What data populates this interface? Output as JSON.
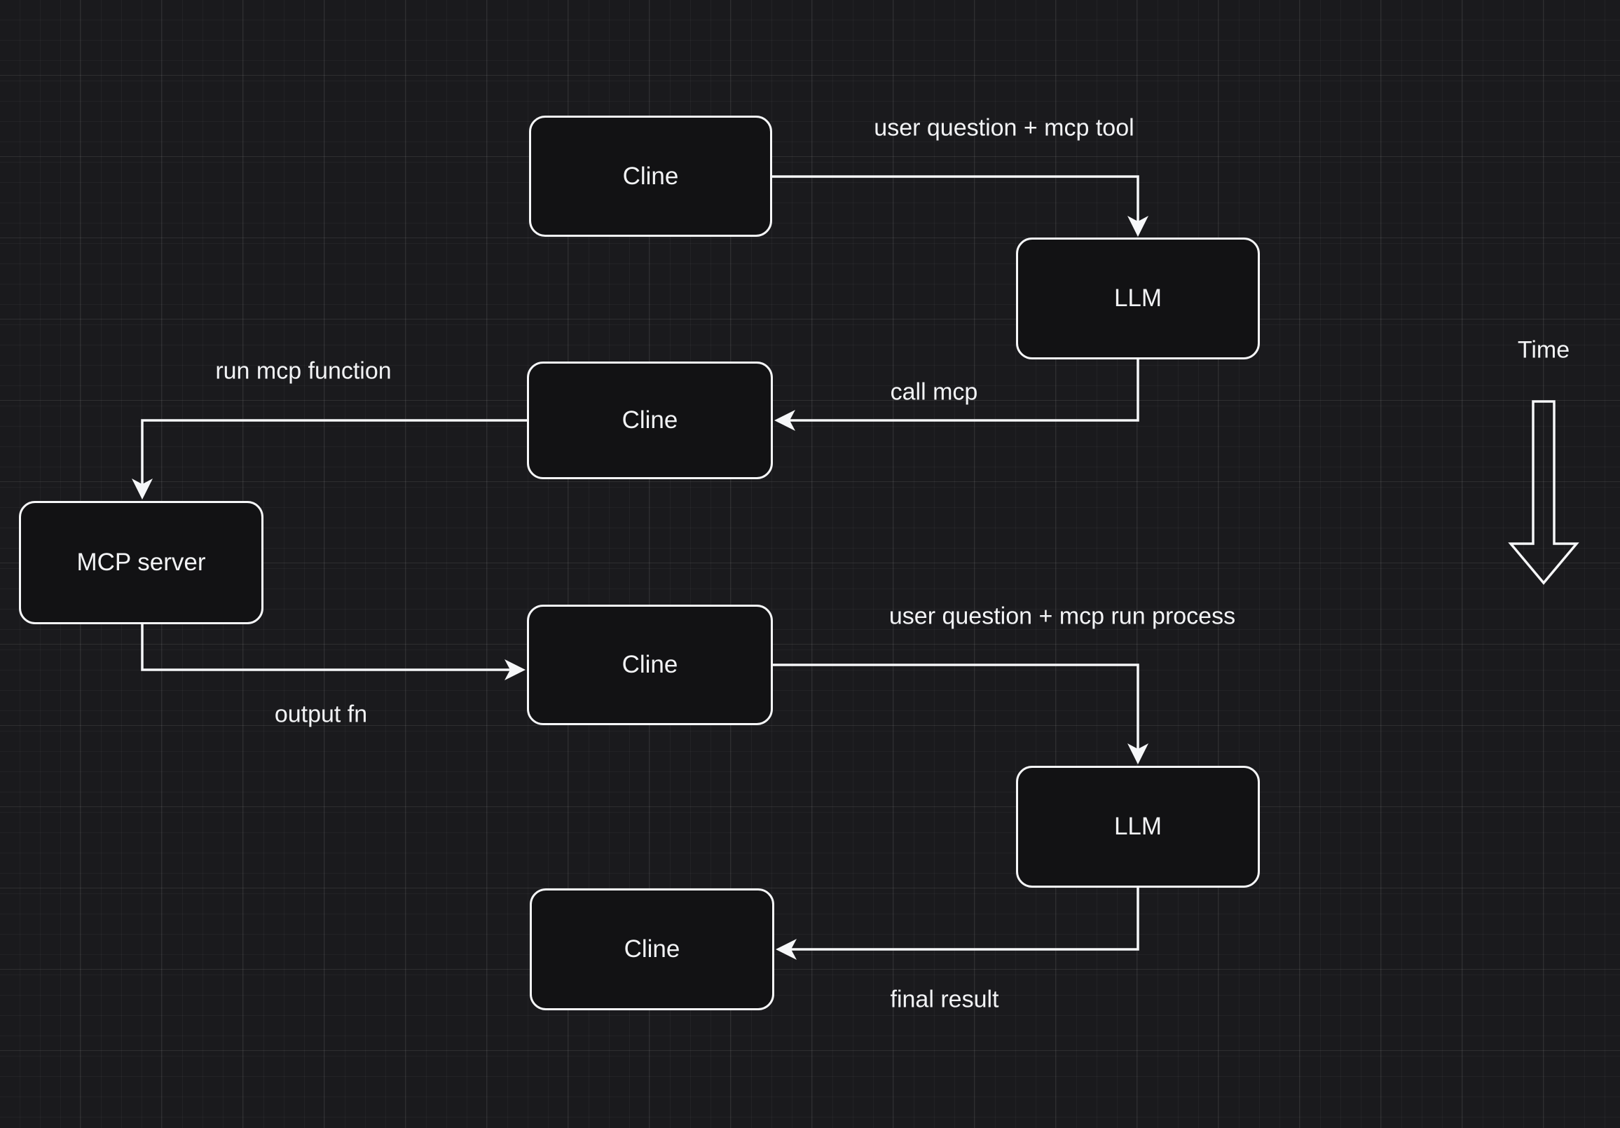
{
  "theme": {
    "bg": "#1a1a1d",
    "node_fill": "#121214",
    "stroke_color": "#f6f7f9",
    "text_color": "#f2f3f5",
    "grid_minor": "rgba(255,255,255,0.035)",
    "grid_major": "rgba(255,255,255,0.085)"
  },
  "nodes": [
    {
      "id": "cline-1",
      "label": "Cline"
    },
    {
      "id": "llm-1",
      "label": "LLM"
    },
    {
      "id": "cline-2",
      "label": "Cline"
    },
    {
      "id": "mcp-server",
      "label": "MCP server"
    },
    {
      "id": "cline-3",
      "label": "Cline"
    },
    {
      "id": "llm-2",
      "label": "LLM"
    },
    {
      "id": "cline-4",
      "label": "Cline"
    }
  ],
  "edges": [
    {
      "id": "e1",
      "from": "cline-1",
      "to": "llm-1",
      "label": "user question + mcp tool"
    },
    {
      "id": "e2",
      "from": "llm-1",
      "to": "cline-2",
      "label": "call mcp"
    },
    {
      "id": "e3",
      "from": "cline-2",
      "to": "mcp-server",
      "label": "run mcp function"
    },
    {
      "id": "e4",
      "from": "mcp-server",
      "to": "cline-3",
      "label": "output fn"
    },
    {
      "id": "e5",
      "from": "cline-3",
      "to": "llm-2",
      "label": "user question + mcp run process"
    },
    {
      "id": "e6",
      "from": "llm-2",
      "to": "cline-4",
      "label": "final result"
    }
  ],
  "annotations": {
    "time_label": "Time"
  }
}
